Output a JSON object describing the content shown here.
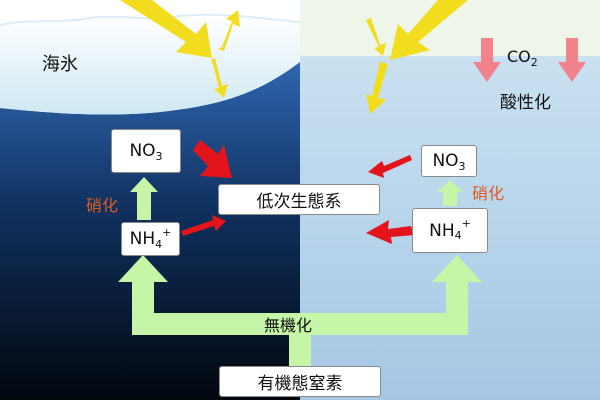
{
  "labels": {
    "sea_ice": "海氷",
    "co2_main": "CO",
    "co2_sub": "2",
    "acidification": "酸性化",
    "nitrification_left": "硝化",
    "nitrification_right": "硝化",
    "ecosystem": "低次生態系",
    "mineralization": "無機化",
    "organic_nitrogen": "有機態窒素"
  },
  "boxes": {
    "no3_left": {
      "main": "NO",
      "sub": "3"
    },
    "nh4_left": {
      "main": "NH",
      "sub": "4",
      "sup": "+"
    },
    "no3_right": {
      "main": "NO",
      "sub": "3"
    },
    "nh4_right": {
      "main": "NH",
      "sub": "4",
      "sup": "+"
    }
  },
  "colors": {
    "sunlight": "#f2dc1e",
    "green_arrow": "#c6f5a8",
    "red_arrow": "#e3141b",
    "pink_arrow": "#f2828c",
    "nitrification_text": "#dd5a20",
    "left_water_top": "#2a5ea8",
    "left_water_bottom": "#02080f",
    "right_water_top": "#c5def0",
    "right_water_bottom": "#a7c9e6",
    "sea_ice": "#eef7fb"
  },
  "icons": [
    "sun-ray-arrow-icon",
    "co2-down-arrow-icon",
    "flow-arrow-icon"
  ]
}
